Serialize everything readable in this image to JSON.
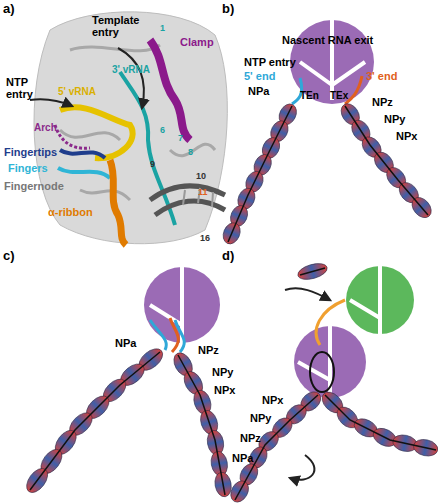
{
  "diagram": {
    "labels": [
      "a)",
      "Template entry",
      "NTP entry",
      "3' vRNA",
      "5' vRNA",
      "Clamp",
      "Arch",
      "Fingertips",
      "Fingers",
      "Fingernode",
      "α-ribbon",
      "1",
      "6",
      "7",
      "8",
      "9",
      "10",
      "11",
      "16",
      "b)",
      "Nascent RNA exit",
      "NTP entry",
      "5' end",
      "3' end",
      "TEn",
      "TEx",
      "NPa",
      "NPz",
      "NPy",
      "NPx",
      "c)",
      "NPa",
      "NPz",
      "NPy",
      "NPx",
      "d)",
      "NPx",
      "NPy",
      "NPz",
      "NPa"
    ]
  }
}
